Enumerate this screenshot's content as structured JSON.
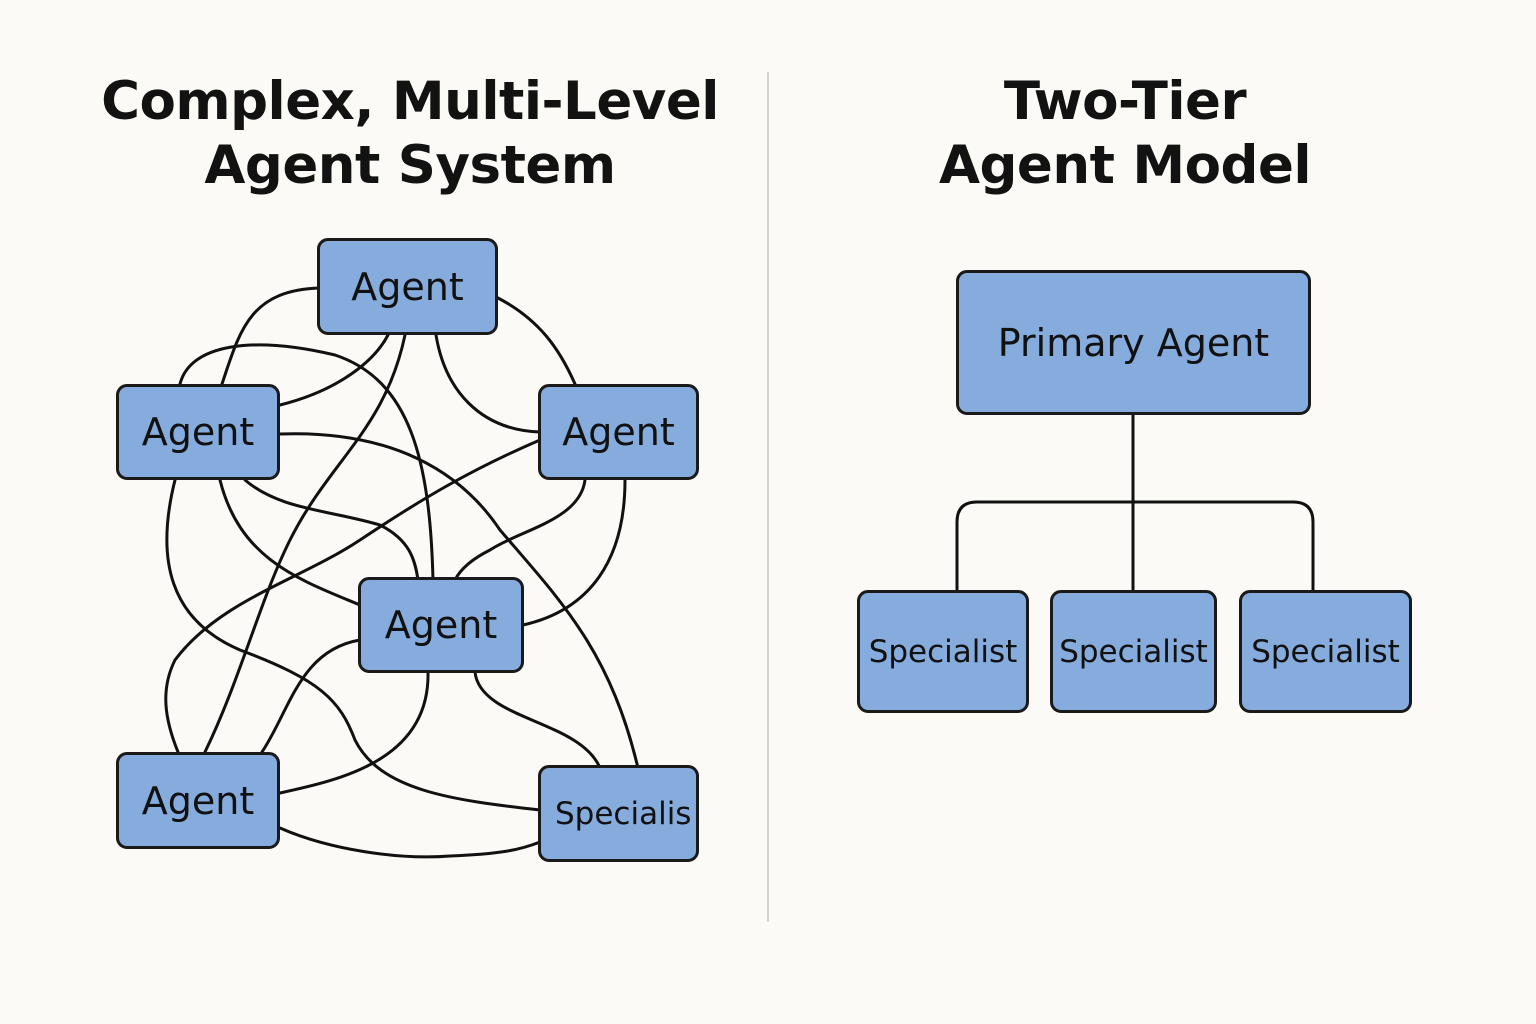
{
  "left_panel": {
    "title_line1": "Complex, Multi-Level",
    "title_line2": "Agent System",
    "nodes": {
      "top": "Agent",
      "left": "Agent",
      "right": "Agent",
      "center": "Agent",
      "bottom_left": "Agent",
      "bottom_right": "Specialis"
    }
  },
  "right_panel": {
    "title_line1": "Two-Tier",
    "title_line2": "Agent Model",
    "primary": "Primary Agent",
    "specialists": [
      "Specialist",
      "Specialist",
      "Specialist"
    ]
  },
  "colors": {
    "node_fill": "#86abdd",
    "node_border": "#1a1a1a",
    "background": "#fbfaf6",
    "divider": "#d2d2d2"
  }
}
